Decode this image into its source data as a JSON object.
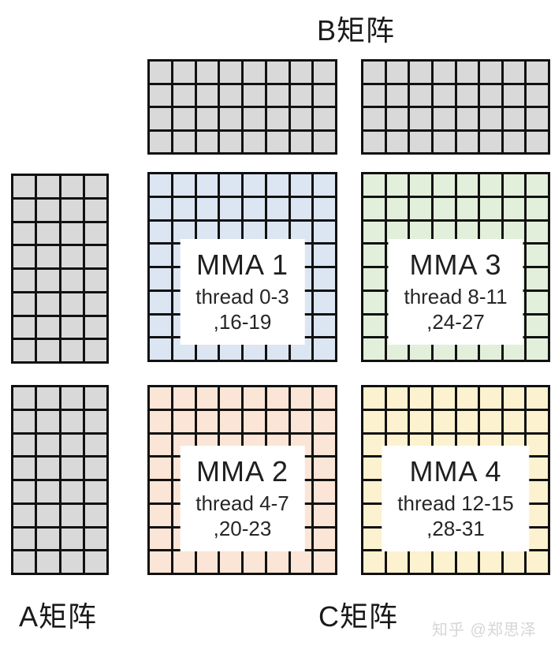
{
  "page": {
    "watermark": "知乎 @郑思泽"
  },
  "labels": {
    "b_matrix": "B矩阵",
    "a_matrix": "A矩阵",
    "c_matrix": "C矩阵"
  },
  "colors": {
    "tile_gray": "#d9d9d9",
    "mma1_blue": "#dce6f2",
    "mma2_peach": "#fbe5d6",
    "mma3_green": "#e2efda",
    "mma4_yellow": "#fdf2cf",
    "grid_line": "#111111",
    "watermark_gray": "#d6d6d6"
  },
  "grids": {
    "b1": {
      "cols": 8,
      "rows": 4,
      "fill": "#d9d9d9"
    },
    "b2": {
      "cols": 8,
      "rows": 4,
      "fill": "#d9d9d9"
    },
    "a1": {
      "cols": 4,
      "rows": 8,
      "fill": "#d9d9d9"
    },
    "a2": {
      "cols": 4,
      "rows": 8,
      "fill": "#d9d9d9"
    },
    "mma1": {
      "cols": 8,
      "rows": 8,
      "fill": "#dce6f2"
    },
    "mma2": {
      "cols": 8,
      "rows": 8,
      "fill": "#fbe5d6"
    },
    "mma3": {
      "cols": 8,
      "rows": 8,
      "fill": "#e2efda"
    },
    "mma4": {
      "cols": 8,
      "rows": 8,
      "fill": "#fdf2cf"
    }
  },
  "mma": [
    {
      "title": "MMA 1",
      "thread_line1": "thread 0-3",
      "thread_line2": ",16-19"
    },
    {
      "title": "MMA 2",
      "thread_line1": "thread 4-7",
      "thread_line2": ",20-23"
    },
    {
      "title": "MMA 3",
      "thread_line1": "thread 8-11",
      "thread_line2": ",24-27"
    },
    {
      "title": "MMA 4",
      "thread_line1": "thread 12-15",
      "thread_line2": ",28-31"
    }
  ]
}
